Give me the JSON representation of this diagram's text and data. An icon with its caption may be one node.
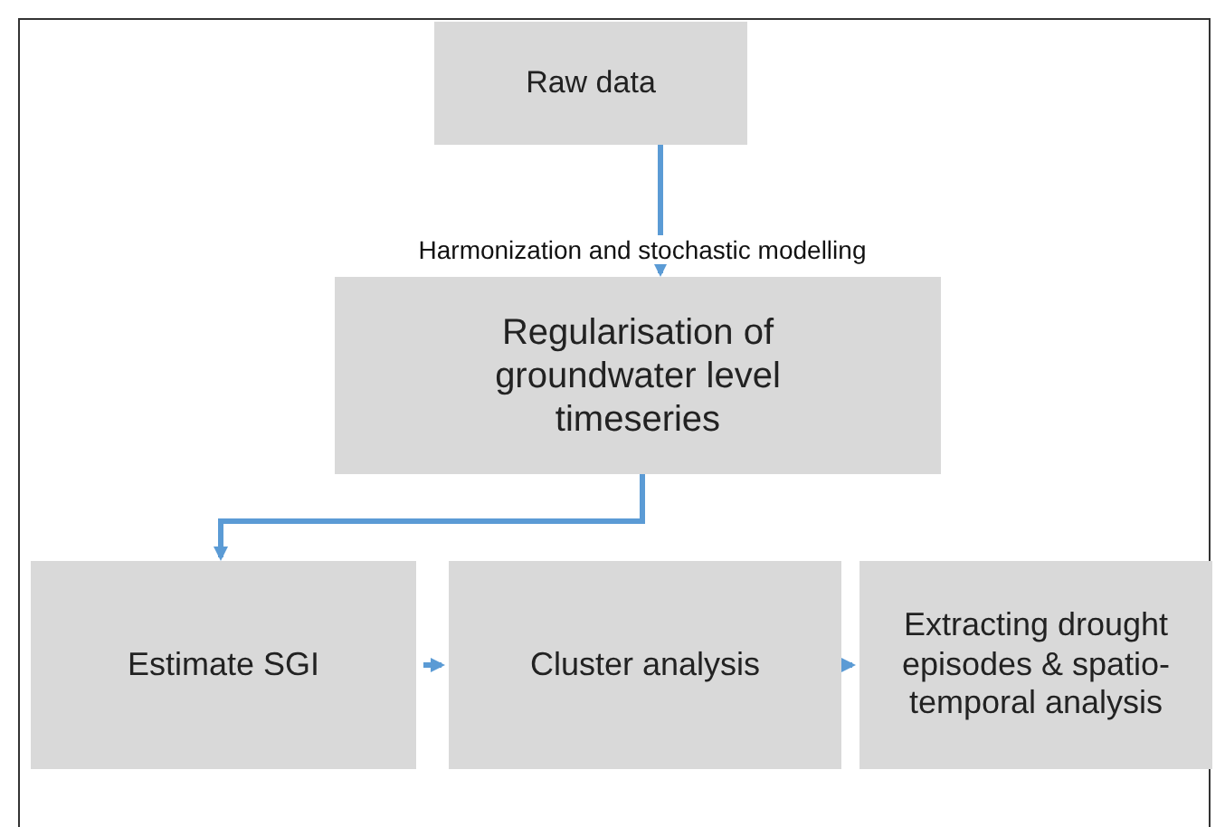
{
  "diagram": {
    "nodes": [
      {
        "text": [
          "Raw data"
        ]
      },
      {
        "text": [
          "Regularisation of groundwater level timeseries"
        ]
      },
      {
        "text": [
          "Estimate SGI"
        ]
      },
      {
        "text": [
          "Cluster analysis"
        ]
      },
      {
        "text": [
          "Extracting drought episodes & spatio-temporal analysis"
        ]
      }
    ],
    "edges": [
      {
        "from": 0,
        "to": 1,
        "arrow": "to",
        "label": "Harmonization and stochastic modelling"
      },
      {
        "from": 1,
        "to": 2,
        "arrow": "to"
      },
      {
        "from": 2,
        "to": 3,
        "arrow": "to"
      },
      {
        "from": 3,
        "to": 4,
        "arrow": "to"
      }
    ]
  }
}
